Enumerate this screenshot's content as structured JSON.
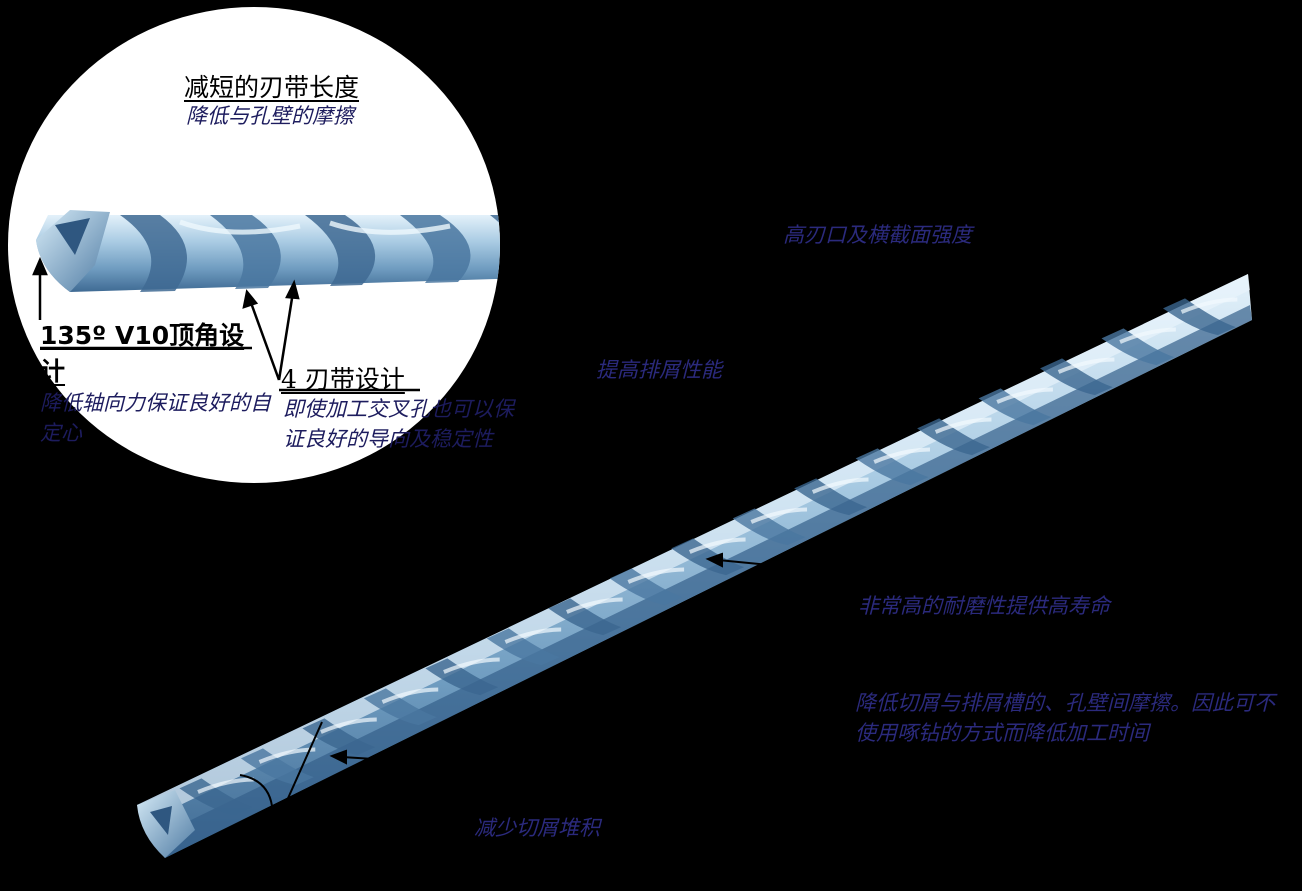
{
  "colors": {
    "background": "#000000",
    "magnifier": "#ffffff",
    "callout_heading": "#000000",
    "callout_text": "#2b2a7d",
    "drill_light": "#c9e2f2",
    "drill_mid": "#7ea9c9",
    "drill_dark": "#3f6a93"
  },
  "magnifier": {
    "title": "减短的刃带长度",
    "subtitle": "降低与孔壁的摩擦",
    "point_angle": {
      "heading": "135º V10顶角设计",
      "description": "降低轴向力保证良好的自定心"
    },
    "margin_design": {
      "heading": "4 刃带设计",
      "description": "即使加工交叉孔也可以保证良好的导向及稳定性"
    }
  },
  "callouts": {
    "strength": "高刃口及横截面强度",
    "chip_evacuation": "提高排屑性能",
    "wear_resistance": "非常高的耐磨性提供高寿命",
    "friction": "降低切屑与排屑槽的、孔壁间摩擦。因此可不使用啄钻的方式而降低加工时间",
    "chip_buildup": "减少切屑堆积"
  }
}
